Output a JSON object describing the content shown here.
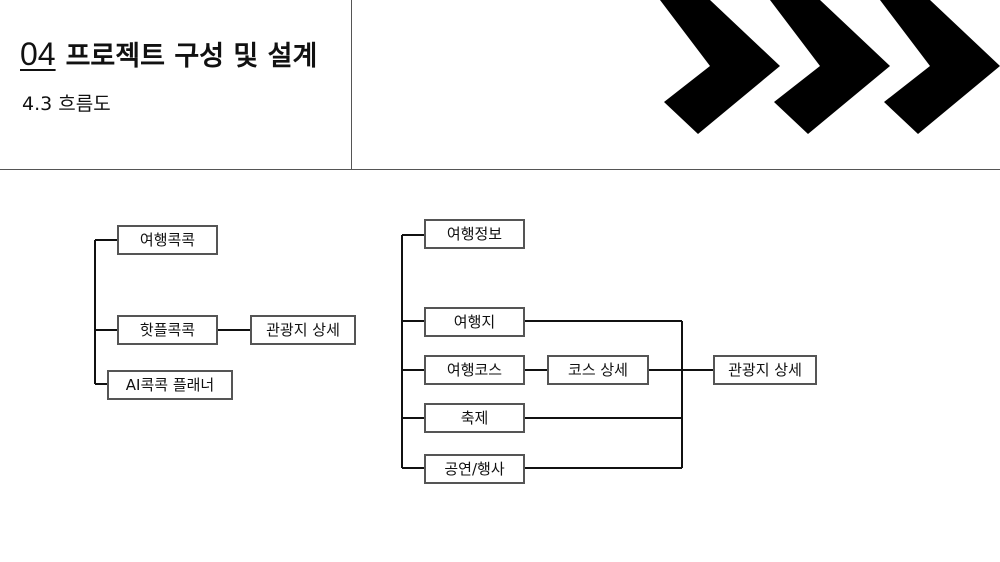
{
  "header": {
    "section_number": "04",
    "section_title": "프로젝트 구성 및 설계",
    "subsection": "4.3 흐름도"
  },
  "colors": {
    "line": "#111111",
    "box_border": "#555555",
    "chevron": "#000000"
  },
  "decoration": {
    "chevron_icons": [
      "chevron-right-icon",
      "chevron-right-icon",
      "chevron-right-icon"
    ]
  },
  "flow_left": {
    "nodes": {
      "yeohaeng_kokkok": "여행콕콕",
      "hotple_kokkok": "핫플콕콕",
      "hotple_detail": "관광지 상세",
      "ai_planner": "AI콕콕 플래너"
    }
  },
  "flow_right": {
    "nodes": {
      "travel_info": "여행정보",
      "destination": "여행지",
      "travel_course": "여행코스",
      "course_detail": "코스 상세",
      "festival": "축제",
      "performance": "공연/행사",
      "attraction_detail": "관광지 상세"
    }
  }
}
